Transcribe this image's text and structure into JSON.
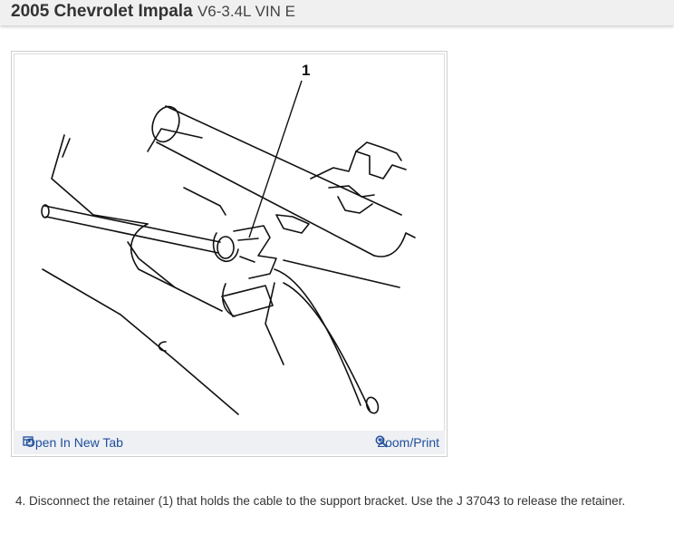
{
  "header": {
    "vehicle": "2005 Chevrolet Impala",
    "engine": "V6-3.4L VIN E"
  },
  "figure": {
    "callout": "1",
    "open_tab_label": "Open In New Tab",
    "open_tab_icon": "open-in-new-tab-icon",
    "zoom_label": "Zoom/Print",
    "zoom_icon": "magnifier-icon"
  },
  "instructions": {
    "step_text": "4. Disconnect the retainer (1) that holds the cable to the support bracket. Use the J 37043 to release the retainer."
  },
  "colors": {
    "link": "#1f4e9b",
    "header_bg": "#f0f0f0",
    "footer_bg": "#eef0f4"
  }
}
